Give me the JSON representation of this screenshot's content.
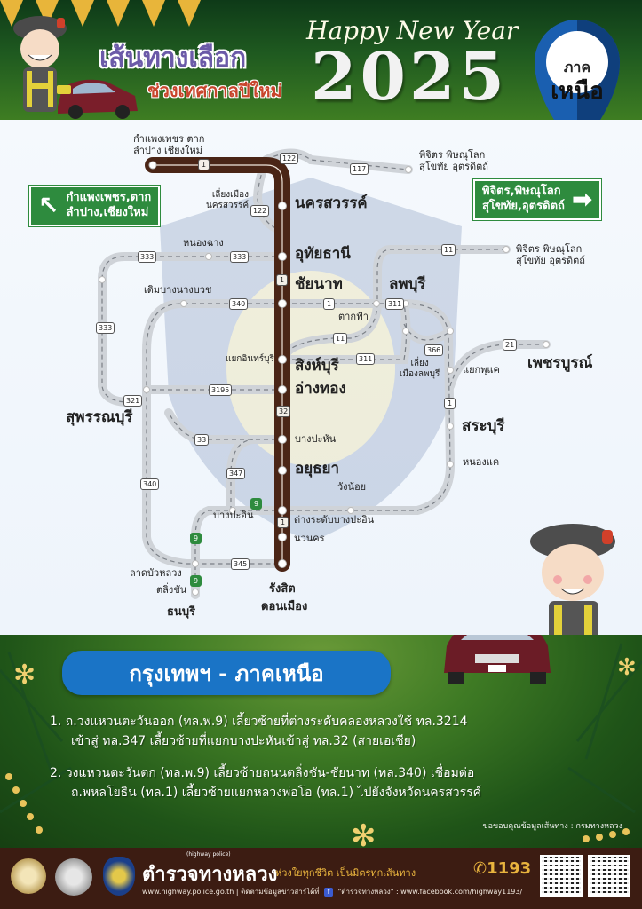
{
  "header": {
    "title_main": "เส้นทางเลือก",
    "title_sub": "ช่วงเทศกาลปีใหม่",
    "greeting": "Happy New Year",
    "year": "2025",
    "region_badge": {
      "line1": "ภาค",
      "line2": "เหนือ"
    }
  },
  "map": {
    "signs": {
      "left": {
        "line1": "กำแพงเพชร,ตาก",
        "line2": "ลำปาง,เชียงใหม่",
        "arrow": "↖"
      },
      "right": {
        "line1": "พิจิตร,พิษณุโลก",
        "line2": "สุโขทัย,อุตรดิตถ์",
        "arrow": "➡"
      }
    },
    "destinations": {
      "north_top_line1": "กำแพงเพชร ตาก",
      "north_top_line2": "ลำปาง เชียงใหม่",
      "ne_117_line1": "พิจิตร พิษณุโลก",
      "ne_117_line2": "สุโขทัย อุตรดิตถ์",
      "ne_11_line1": "พิจิตร พิษณุโลก",
      "ne_11_line2": "สุโขทัย อุตรดิตถ์"
    },
    "places": {
      "bypass_nakhonsawan_1": "เลี่ยงเมือง",
      "bypass_nakhonsawan_2": "นครสวรรค์",
      "nakhonsawan": "นครสวรรค์",
      "nongchang": "หนองฉาง",
      "uthaithani": "อุทัยธานี",
      "chainat": "ชัยนาท",
      "derm_bang": "เดิมบางนางบวช",
      "lopburi": "ลพบุรี",
      "takfa": "ตากฟ้า",
      "yaek_inburi": "แยกอินทร์บุรี",
      "singburi": "สิงห์บุรี",
      "angthong": "อ่างทอง",
      "bypass_lopburi_1": "เลี่ยง",
      "bypass_lopburi_2": "เมืองลพบุรี",
      "yaek_phukae": "แยกพุแค",
      "phetchabun": "เพชรบูรณ์",
      "suphanburi": "สุพรรณบุรี",
      "saraburi": "สระบุรี",
      "bang_pahan": "บางปะหัน",
      "ayutthaya": "อยุธยา",
      "nongkhae": "หนองแค",
      "wang_noi": "วังน้อย",
      "bang_pa_in": "บางปะอิน",
      "interchange_bang_pa_in": "ต่างระดับบางปะอิน",
      "nava_nakorn": "นวนคร",
      "lat_bua_luang": "ลาดบัวหลวง",
      "taling_chan": "ตลิ่งชัน",
      "thonburi": "ธนบุรี",
      "rangsit": "รังสิต",
      "don_mueang": "ดอนเมือง"
    },
    "route_markers": {
      "r1_top": "1",
      "r122_top": "122",
      "r117": "117",
      "r122_left": "122",
      "r11_top": "11",
      "r333_a": "333",
      "r333_b": "333",
      "r333_v": "333",
      "r1_chainat": "1",
      "r340": "340",
      "r1_mid": "1",
      "r311_a": "311",
      "r11_mid": "11",
      "r311_b": "311",
      "r366": "366",
      "r21": "21",
      "r1_right": "1",
      "r321": "321",
      "r3195": "3195",
      "r32": "32",
      "r33": "33",
      "r347": "347",
      "r340_v": "340",
      "r9_a": "9",
      "r1_bangpain": "1",
      "r9_b": "9",
      "r345": "345",
      "r9_c": "9"
    },
    "colors": {
      "main_route": "#4a2516",
      "alt_route": "#cfd3d8",
      "green_marker": "#2e8b3e"
    }
  },
  "routes_panel": {
    "title": "กรุงเทพฯ - ภาคเหนือ",
    "route1_line1": "1. ถ.วงแหวนตะวันออก (ทล.พ.9) เลี้ยวซ้ายที่ต่างระดับคลองหลวงใช้ ทล.3214",
    "route1_line2": "เข้าสู่ ทล.347 เลี้ยวซ้ายที่แยกบางปะหันเข้าสู่ ทล.32 (สายเอเชีย)",
    "route2_line1": "2. วงแหวนตะวันตก (ทล.พ.9) เลี้ยวซ้ายถนนตลิ่งชัน-ชัยนาท (ทล.340) เชื่อมต่อ",
    "route2_line2": "ถ.พหลโยธิน (ทล.1) เลี้ยวซ้ายแยกหลวงพ่อโอ (ทล.1) ไปยังจังหวัดนครสวรรค์",
    "credit": "ขอขอบคุณข้อมูลเส้นทาง : กรมทางหลวง"
  },
  "footer": {
    "tag": "(highway police)",
    "brand": "ตำรวจทางหลวง",
    "slogan": "ห่วงใยทุกชีวิต เป็นมิตรทุกเส้นทาง",
    "hotline": "✆1193",
    "website": "www.highway.police.go.th",
    "follow_text": "| ติดตามข้อมูลข่าวสารได้ที่",
    "fb_icon": "f",
    "fb_name": "\"ตำรวจทางหลวง\" : www.facebook.com/highway1193/"
  }
}
